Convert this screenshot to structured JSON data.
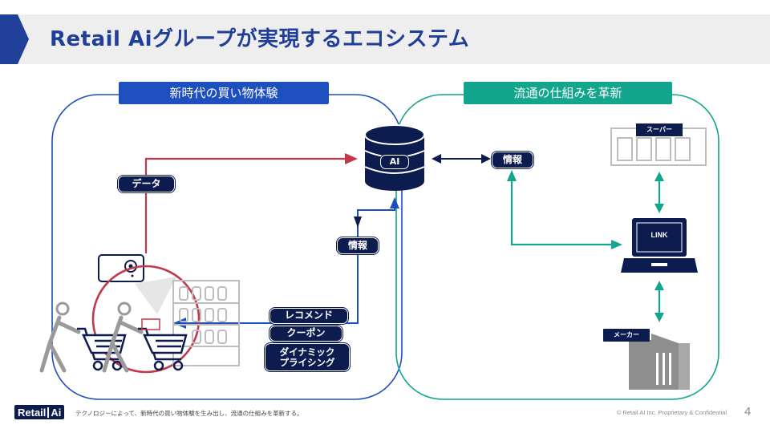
{
  "header": {
    "title": "Retail Aiグループが実現するエコシステム"
  },
  "sections": {
    "left_title": "新時代の買い物体験",
    "right_title": "流通の仕組みを革新"
  },
  "diagram": {
    "ai_label": "AI",
    "data_label": "データ",
    "info_label_left": "情報",
    "info_label_right": "情報",
    "recommend_label": "レコメンド",
    "coupon_label": "クーポン",
    "dynamic_pricing_label": "ダイナミック\nプライシング",
    "super_label": "スーパー",
    "link_label": "LINK",
    "maker_label": "メーカー"
  },
  "colors": {
    "title_blue": "#1f3f99",
    "navy": "#0d1c4f",
    "left_blue": "#1d4fbf",
    "teal": "#13a58d",
    "red": "#c0394b",
    "gray": "#9a9a9a"
  },
  "footer": {
    "logo_left": "Retail",
    "logo_right": "Ai",
    "caption": "テクノロジーによって、新時代の買い物体験を生み出し、流通の仕組みを革新する。",
    "copyright": "© Retail AI Inc. Proprietary & Confidential",
    "page_number": "4"
  }
}
